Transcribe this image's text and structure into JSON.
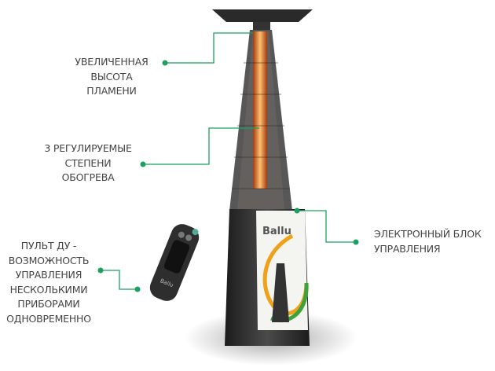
{
  "colors": {
    "accent": "#1aa160",
    "text": "#444444",
    "heater_body": "#2b2b2b",
    "flame": "#ff8a2a"
  },
  "brand": "Ballu",
  "callouts": [
    {
      "id": "flame-height",
      "lines": [
        "УВЕЛИЧЕННАЯ",
        "ВЫСОТА",
        "ПЛАМЕНИ"
      ]
    },
    {
      "id": "heat-levels",
      "lines": [
        "3 РЕГУЛИРУЕМЫЕ",
        "СТЕПЕНИ",
        "ОБОГРЕВА"
      ]
    },
    {
      "id": "control-unit",
      "lines": [
        "ЭЛЕКТРОННЫЙ БЛОК",
        "УПРАВЛЕНИЯ"
      ]
    },
    {
      "id": "remote",
      "lines": [
        "ПУЛЬТ ДУ -",
        "ВОЗМОЖНОСТЬ",
        "УПРАВЛЕНИЯ",
        "НЕСКОЛЬКИМИ",
        "ПРИБОРАМИ",
        "ОДНОВРЕМЕННО"
      ]
    }
  ]
}
